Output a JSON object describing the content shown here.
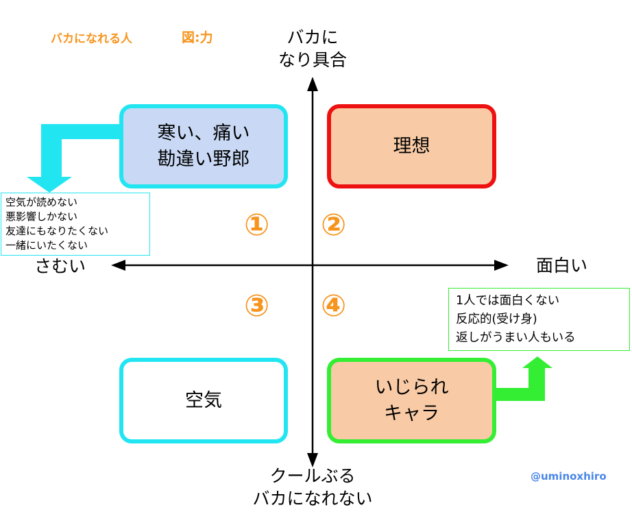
{
  "header": {
    "subject": "バカになれる人",
    "figure": "図:力"
  },
  "axes": {
    "top": "バカに\nなり具合",
    "bottom": "クールぶる\nバカになれない",
    "left": "さむい",
    "right": "面白い"
  },
  "quadrants": {
    "top_left": "寒い、痛い\n勘違い野郎",
    "top_right": "理想",
    "bottom_left": "空気",
    "bottom_right": "いじられ\nキャラ"
  },
  "numbers": {
    "q1": "①",
    "q2": "②",
    "q3": "③",
    "q4": "④"
  },
  "notes": {
    "left": "空気が読めない\n悪影響しかない\n友達にもなりたくない\n一緒にいたくない",
    "right": "1人では面白くない\n反応的(受け身)\n返しがうまい人もいる"
  },
  "credit": "@uminoxhiro",
  "colors": {
    "accent_orange": "#f7941d",
    "cyan": "#22e5f2",
    "red": "#ee1111",
    "green": "#33ee33",
    "fill_blue": "#c9d9f5",
    "fill_peach": "#f8cba6",
    "credit_blue": "#4a86e8"
  }
}
